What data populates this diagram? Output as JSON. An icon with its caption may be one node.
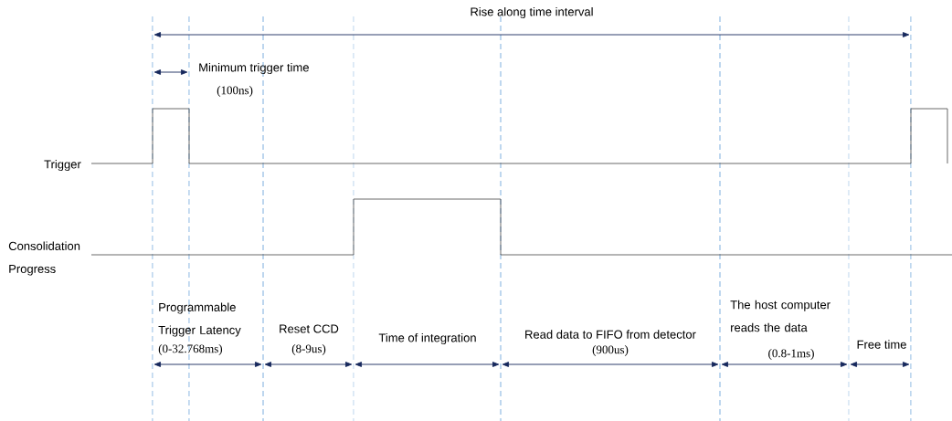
{
  "diagram": {
    "labels": [
      "Rise along time interval",
      "Minimum trigger time",
      "(100ns)",
      "Trigger",
      "Consolidation Progress",
      "Programmable Trigger Latency",
      "(0-32.768ms)",
      "Reset CCD",
      "(8-9us)",
      "The host computer reads the data",
      "Time of integration",
      "Read data to FIFO from detector",
      "(900us)",
      "(0.8-1ms)",
      "Free time"
    ]
  }
}
